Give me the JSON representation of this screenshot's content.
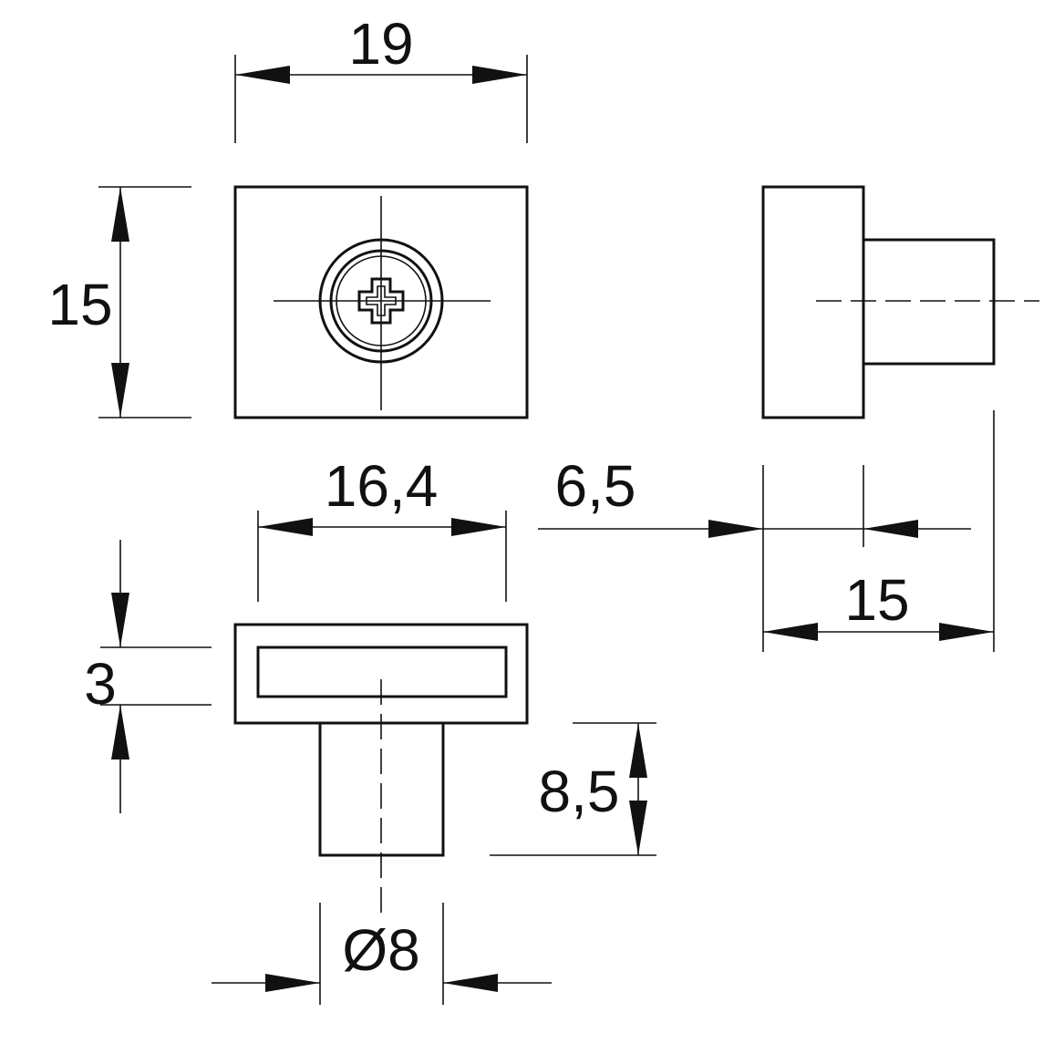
{
  "dimensions": {
    "front_width": "19",
    "front_height": "15",
    "top_width": "16,4",
    "side_offset": "6,5",
    "side_depth": "15",
    "flange_thickness": "3",
    "pin_length": "8,5",
    "pin_diameter": "Ø8"
  },
  "colors": {
    "line": "#111111",
    "background": "#ffffff"
  }
}
